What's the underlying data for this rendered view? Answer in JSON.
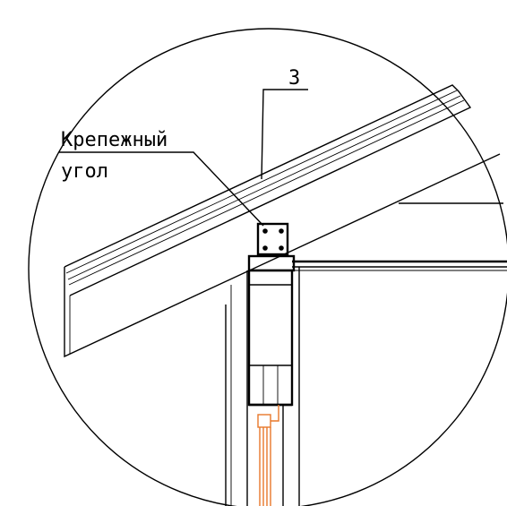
{
  "callout": {
    "number": "3",
    "label_line1": "Крепежный",
    "label_line2": "угол"
  },
  "colors": {
    "line": "#000000",
    "wiring": "#e8782a",
    "background": "#ffffff"
  }
}
